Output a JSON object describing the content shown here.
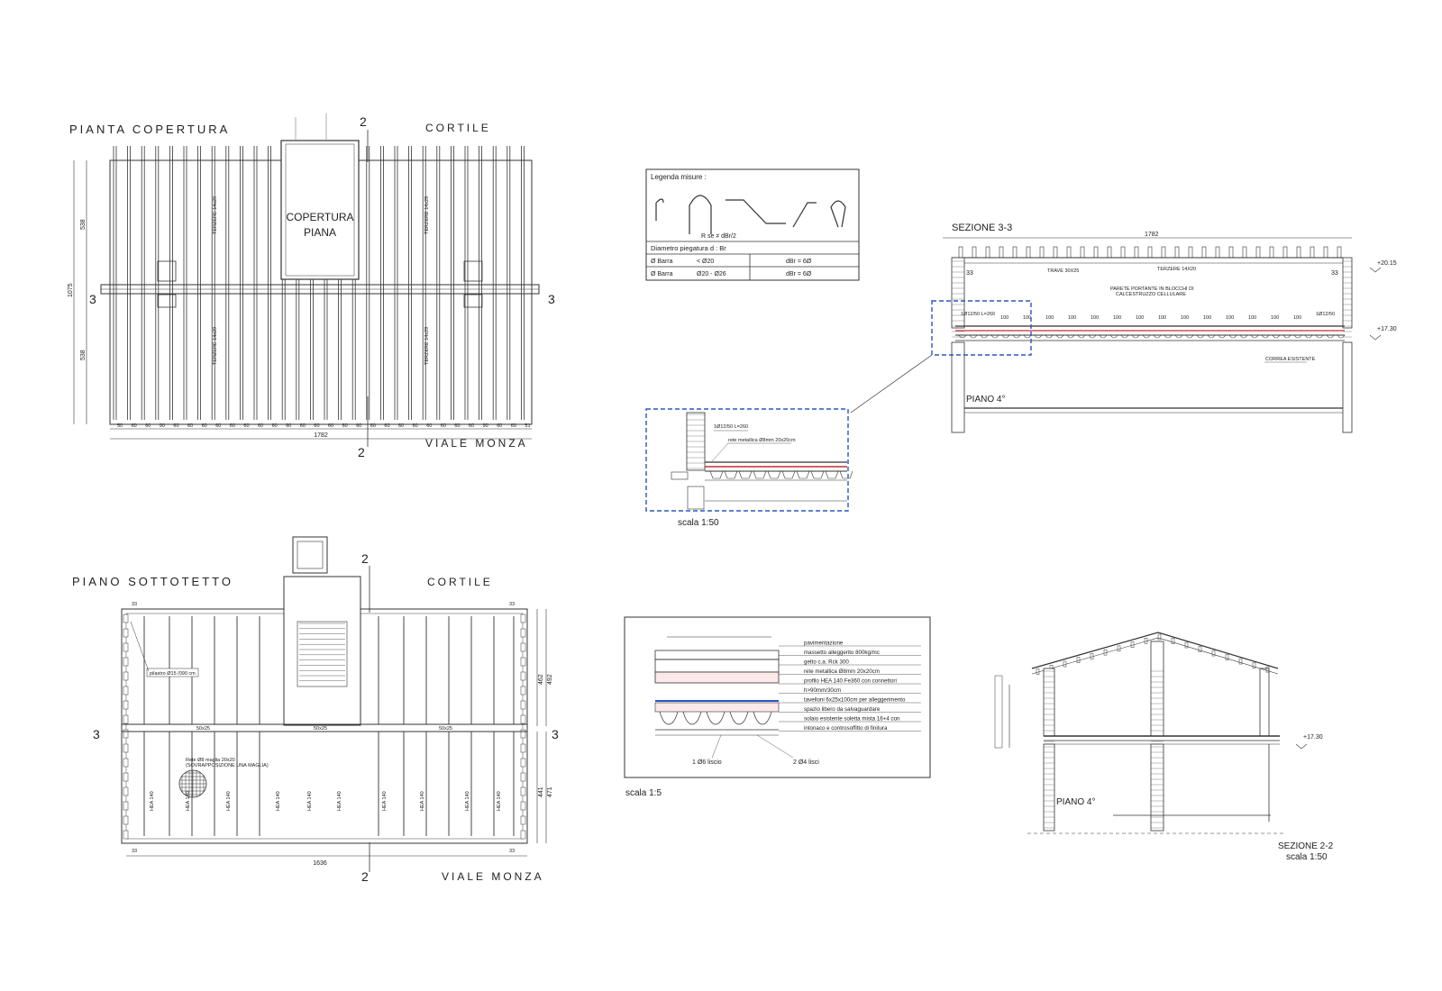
{
  "plan_roof": {
    "title": "PIANTA COPERTURA",
    "north_label": "CORTILE",
    "south_label": "VIALE MONZA",
    "flat_roof_label_1": "COPERTURA",
    "flat_roof_label_2": "PIANA",
    "terzere_label": "TERZERE 14x29",
    "dim_total": "1782",
    "dim_height": "1075",
    "dim_half_top": "538",
    "dim_half_bottom": "538",
    "spacing_labels": [
      "50",
      "60",
      "60",
      "90",
      "60",
      "60",
      "60",
      "60",
      "60",
      "60",
      "60",
      "60",
      "60",
      "60",
      "60",
      "60",
      "60",
      "60",
      "60",
      "60",
      "60",
      "60",
      "60",
      "60",
      "60",
      "60",
      "90",
      "60",
      "60",
      "51"
    ],
    "section_mark_2": "2",
    "section_mark_3": "3"
  },
  "plan_attic": {
    "title": "PIANO SOTTOTETTO",
    "north_label": "CORTILE",
    "south_label": "VIALE MONZA",
    "dim_total": "1636",
    "dim_right_top_a": "462",
    "dim_right_top_b": "492",
    "dim_right_bottom_a": "441",
    "dim_right_bottom_b": "471",
    "corner_dim": "33",
    "pillar_label": "pilastro Ø15 /090 cm",
    "rete_label_1": "Rete Ø8 maglia 20x20",
    "rete_label_2": "(SOVRAPPOSIZIONE UNA MAGLIA)",
    "beam_label": "50x25",
    "joist_label": "HEA 140",
    "section_mark_2": "2",
    "section_mark_3": "3"
  },
  "legend": {
    "title": "Legenda misure :",
    "bend_formula": "R se ≠ dBr/2",
    "diameter_title": "Diametro piegatura d  : Br",
    "rows": [
      {
        "bar": "Ø Barra",
        "range": "< Ø20",
        "value": "dBr = 6Ø"
      },
      {
        "bar": "Ø Barra",
        "range": "Ø20 - Ø26",
        "value": "dBr = 6Ø"
      }
    ]
  },
  "section_3_3": {
    "title": "SEZIONE 3-3",
    "dim_total": "1782",
    "trave_label": "TRAVE 30X25",
    "terzere_label": "TERZERE 14X20",
    "wall_label_1": "PARETE PORTANTE IN BLOCCHI DI",
    "wall_label_2": "CALCESTRUZZO CELLULARE",
    "corner_dim": "33",
    "elev_top": "+20.15",
    "elev_floor": "+17.30",
    "rebar_label": "1Ø12/50  L=260",
    "rebar_label_right": "1Ø12/50",
    "spacing_labels": [
      "100",
      "100",
      "100",
      "100",
      "100",
      "100",
      "100",
      "100",
      "100",
      "100",
      "100",
      "100",
      "100",
      "100"
    ],
    "correa_label": "CORREA ESISTENTE",
    "floor_label": "PIANO 4°"
  },
  "detail_1_50": {
    "rebar_label": "1Ø12/50  L=260",
    "mesh_label": "rete metallica Ø8mm 20x20cm",
    "scale": "scala 1:50"
  },
  "detail_1_5": {
    "layers": [
      "pavimentazione",
      "massetto alleggerito 800kg/mc",
      "getto c.a. Rck 300",
      "rete metallica Ø8mm 20x20cm",
      "profilo HEA 140 Fe360 con connettori",
      "h>90mm/30cm",
      "tavelloni 6x25x100cm per alleggerimento",
      "spazio libero da salvaguardare",
      "solaio esistente soletta mista 16+4 con",
      "intonaco e controsoffitto di finitura"
    ],
    "bar_label_left": "1 Ø6 liscio",
    "bar_label_right": "2 Ø4 lisci",
    "scale": "scala 1:5"
  },
  "section_2_2": {
    "floor_label": "PIANO 4°",
    "elev": "+17.30",
    "title": "SEZIONE 2-2",
    "scale": "scala 1:50"
  }
}
